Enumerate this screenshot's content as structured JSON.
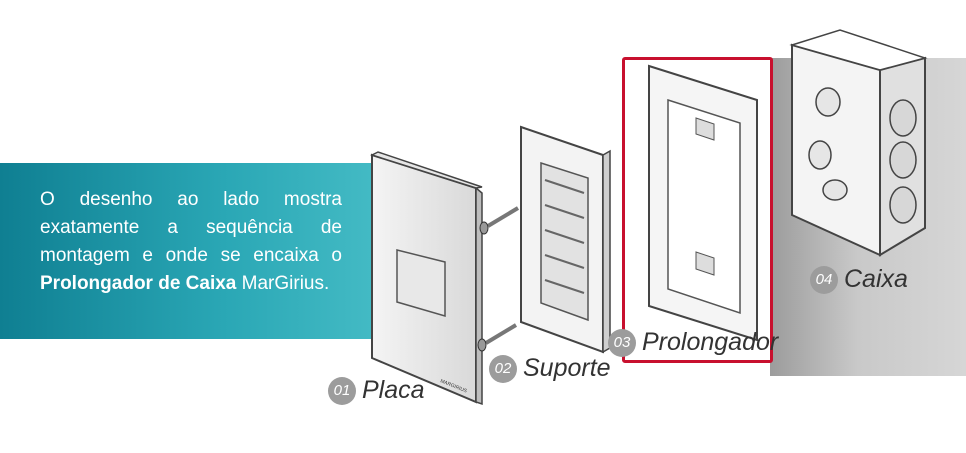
{
  "banner": {
    "text_before": "O desenho ao lado mostra exatamente a sequência de montagem e onde se encaixa o ",
    "text_bold": "Prolongador de Caixa",
    "text_after": " MarGirius."
  },
  "components": [
    {
      "number": "01",
      "label": "Placa"
    },
    {
      "number": "02",
      "label": "Suporte"
    },
    {
      "number": "03",
      "label": "Prolongador"
    },
    {
      "number": "04",
      "label": "Caixa"
    }
  ],
  "colors": {
    "banner": "#1f96a6",
    "highlight": "#c8102e",
    "badge": "#9c9c9c"
  }
}
